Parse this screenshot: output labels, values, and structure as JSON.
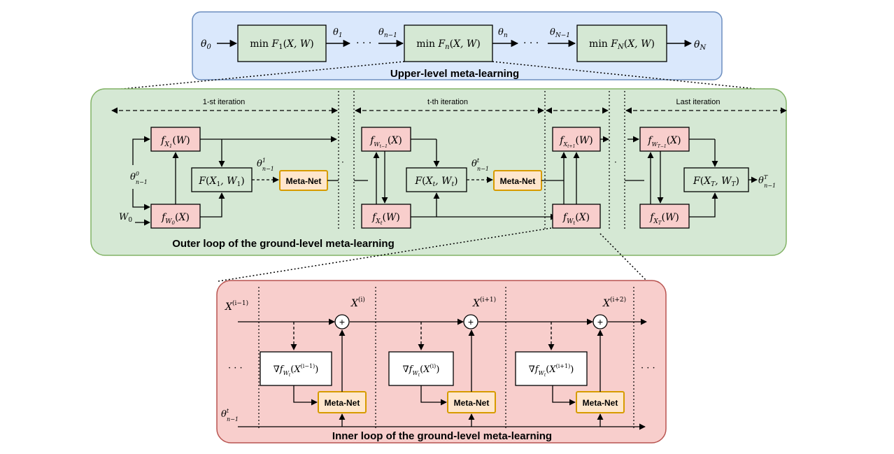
{
  "upper": {
    "title": "Upper-level meta-learning",
    "theta_in": "θ0",
    "boxes": [
      "min F1(X,W)",
      "min Fn(X,W)",
      "min FN(X,W)"
    ],
    "edges": [
      "θ1",
      "θn−1",
      "θn",
      "θN−1"
    ],
    "theta_out": "θN",
    "ellipsis": "· · ·"
  },
  "outer": {
    "title": "Outer loop of the ground-level meta-learning",
    "iterations": [
      "1-st iteration",
      "t-th iteration",
      "Last iteration"
    ],
    "meta_net": "Meta-Net",
    "inputs": [
      "θ0n−1",
      "W0"
    ],
    "block1": {
      "top": "fX1(W)",
      "mid": "F(X1,W1)",
      "bot": "fW0(X)",
      "theta": "θ1n−1"
    },
    "blockt": {
      "top": "fWt−1(X)",
      "mid": "F(Xt,Wt)",
      "bot": "fXt(W)",
      "theta": "θtn−1"
    },
    "blockm": {
      "top": "fXt+1(W)",
      "bot": "fWt(X)"
    },
    "blockT": {
      "top": "fWT−1(X)",
      "mid": "F(XT,WT)",
      "bot": "fXT(W)",
      "theta": "θTn−1"
    }
  },
  "inner": {
    "title": "Inner loop of the ground-level meta-learning",
    "x_labels": [
      "X(i−1)",
      "X(i)",
      "X(i+1)",
      "X(i+2)"
    ],
    "grads": [
      "∇fWt(X(i−1))",
      "∇fWt(X(i))",
      "∇fWt(X(i+1))"
    ],
    "meta_net": "Meta-Net",
    "theta": "θtn−1",
    "plus": "+",
    "ellipsis": "· · ·"
  },
  "colors": {
    "upper_fill": "#dae8fc",
    "upper_stroke": "#6c8ebf",
    "outer_fill": "#d5e8d4",
    "outer_stroke": "#82b366",
    "inner_fill": "#f8cecc",
    "inner_stroke": "#b85450",
    "box_green": "#d5e8d4",
    "box_pink": "#f8cecc",
    "meta_fill": "#ffe6cc",
    "meta_stroke": "#d79b00"
  }
}
